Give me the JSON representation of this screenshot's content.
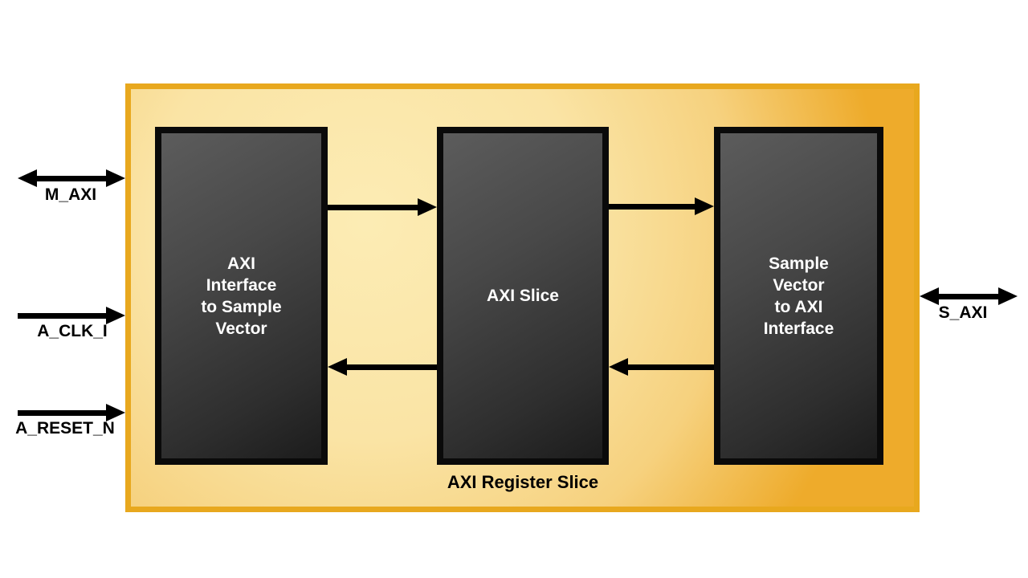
{
  "diagram": {
    "caption": "AXI Register Slice",
    "blocks": [
      {
        "label": "AXI\nInterface\nto Sample\nVector"
      },
      {
        "label": "AXI Slice"
      },
      {
        "label": "Sample\nVector\nto AXI\nInterface"
      }
    ],
    "ports": [
      {
        "label": "M_AXI",
        "side": "left",
        "direction": "bidirectional"
      },
      {
        "label": "A_CLK_I",
        "side": "left",
        "direction": "input"
      },
      {
        "label": "A_RESET_N",
        "side": "left",
        "direction": "input"
      },
      {
        "label": "S_AXI",
        "side": "right",
        "direction": "bidirectional"
      }
    ],
    "internal_connections": [
      {
        "from": "AXI Interface to Sample Vector",
        "to": "AXI Slice",
        "direction": "right"
      },
      {
        "from": "AXI Slice",
        "to": "Sample Vector to AXI Interface",
        "direction": "right"
      },
      {
        "from": "AXI Slice",
        "to": "AXI Interface to Sample Vector",
        "direction": "left"
      },
      {
        "from": "Sample Vector to AXI Interface",
        "to": "AXI Slice",
        "direction": "left"
      }
    ],
    "colors": {
      "page_background": "#ffffff",
      "container_border": "#e8a81e",
      "container_fill_center": "#fbe7ab",
      "container_fill_edge": "#eeab2b",
      "block_border": "#0a0a0a",
      "block_fill_light": "#5c5c5c",
      "block_fill_dark": "#1c1c1c",
      "block_text": "#ffffff",
      "arrow": "#000000",
      "label_text": "#000000"
    }
  }
}
